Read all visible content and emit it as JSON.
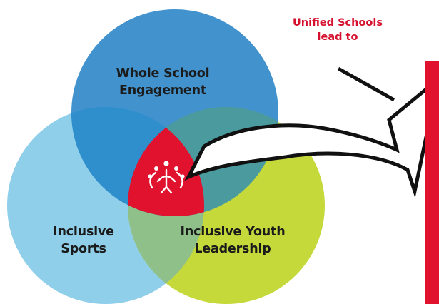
{
  "callout": {
    "line1": "Unified Schools",
    "line2": "lead to"
  },
  "circles": {
    "whole_school": {
      "line1": "Whole School",
      "line2": "Engagement",
      "color": "#2e8ac9"
    },
    "inclusive_sports": {
      "line1": "Inclusive",
      "line2": "Sports",
      "color": "#8fcfea"
    },
    "youth_leadership": {
      "line1": "Inclusive Youth",
      "line2": "Leadership",
      "color": "#c6d93a"
    }
  },
  "center": {
    "color": "#e0122d",
    "icon": "special-olympics-logo-icon"
  },
  "arrow": {
    "icon": "curved-arrow-icon"
  },
  "accent_bar": {
    "color": "#e0122d"
  }
}
